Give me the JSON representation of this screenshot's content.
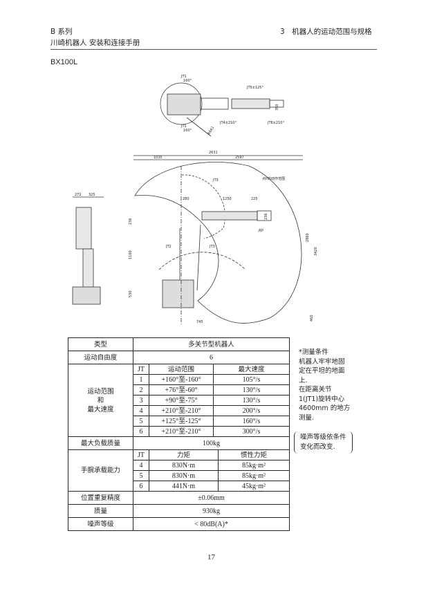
{
  "header": {
    "series": "B 系列",
    "manual": "川崎机器人 安装和连接手册",
    "chapter": "3　机器人的运动范围与规格"
  },
  "model": "BX100L",
  "drawing": {
    "top_view": {
      "jt1_label": "JT1",
      "jt1_angle": "160°",
      "jt1_angle_b": "160°",
      "jt4": "JT4±210°",
      "jt5": "JT5±125°",
      "jt6": "JT6±210°",
      "dim_350": "350",
      "dim_r": "R661"
    },
    "side_view": {
      "dim_2631": "2631",
      "dim_1035": "1035",
      "dim_2597": "2597",
      "p_range": "点P的动作范围",
      "dim_280": "280",
      "dim_1250": "1250",
      "dim_225": "225",
      "dim_236": "236",
      "point_p": "点P",
      "dim_2860": "2860",
      "dim_3420": "3420",
      "dim_460": "460",
      "dim_745": "745",
      "dim_1160": "1160",
      "dim_236b": "236",
      "dim_530": "530",
      "jt2": "JT2",
      "jt3": "JT3"
    },
    "rear_view": {
      "dim_272": "272",
      "dim_325": "325"
    }
  },
  "table": {
    "type_label": "类型",
    "type_value": "多关节型机器人",
    "dof_label": "运动自由度",
    "dof_value": "6",
    "range_label_1": "运动范围",
    "range_label_2": "和",
    "range_label_3": "最大速度",
    "range_headers": [
      "JT",
      "运动范围",
      "最大速度"
    ],
    "range_rows": [
      [
        "1",
        "+160°至-160°",
        "105°/s"
      ],
      [
        "2",
        "+76°至-60°",
        "130°/s"
      ],
      [
        "3",
        "+90°至-75°",
        "130°/s"
      ],
      [
        "4",
        "+210°至-210°",
        "200°/s"
      ],
      [
        "5",
        "+125°至-125°",
        "160°/s"
      ],
      [
        "6",
        "+210°至-210°",
        "300°/s"
      ]
    ],
    "payload_label": "最大负载质量",
    "payload_value": "100kg",
    "wrist_label": "手腕承载能力",
    "wrist_headers": [
      "JT",
      "力矩",
      "惯性力矩"
    ],
    "wrist_rows": [
      [
        "4",
        "830N·m",
        "85kg·m²"
      ],
      [
        "5",
        "830N·m",
        "85kg·m²"
      ],
      [
        "6",
        "441N·m",
        "45kg·m²"
      ]
    ],
    "repeat_label": "位置重复精度",
    "repeat_value": "±0.06mm",
    "mass_label": "质量",
    "mass_value": "930kg",
    "noise_label": "噪声等级",
    "noise_value": "< 80dB(A)*"
  },
  "notes": {
    "measure": [
      "*测量条件",
      "机器人牢牢地固",
      "定在平坦的地面",
      "上.",
      "在距离关节",
      "1(JT1)旋转中心",
      "4600mm 的地方",
      "测量."
    ],
    "noise": [
      "噪声等级依条件",
      "变化而改变."
    ]
  },
  "page_number": "17"
}
